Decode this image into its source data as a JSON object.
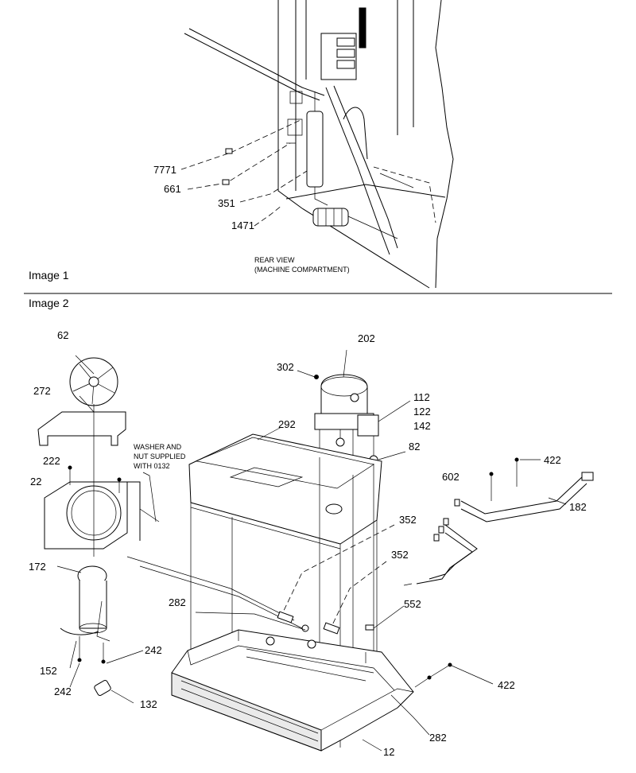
{
  "image1": {
    "caption": "Image 1",
    "view_note_line1": "REAR VIEW",
    "view_note_line2": "(MACHINE COMPARTMENT)",
    "callouts": [
      "7771",
      "661",
      "351",
      "1471"
    ]
  },
  "image2": {
    "caption": "Image 2",
    "note_line1": "WASHER AND",
    "note_line2": "NUT SUPPLIED",
    "note_line3": "WITH 0132",
    "callouts": [
      "62",
      "272",
      "222",
      "22",
      "172",
      "152",
      "242",
      "242",
      "132",
      "302",
      "202",
      "112",
      "122",
      "142",
      "82",
      "292",
      "602",
      "422",
      "182",
      "352",
      "352",
      "552",
      "282",
      "422",
      "282",
      "12"
    ]
  }
}
